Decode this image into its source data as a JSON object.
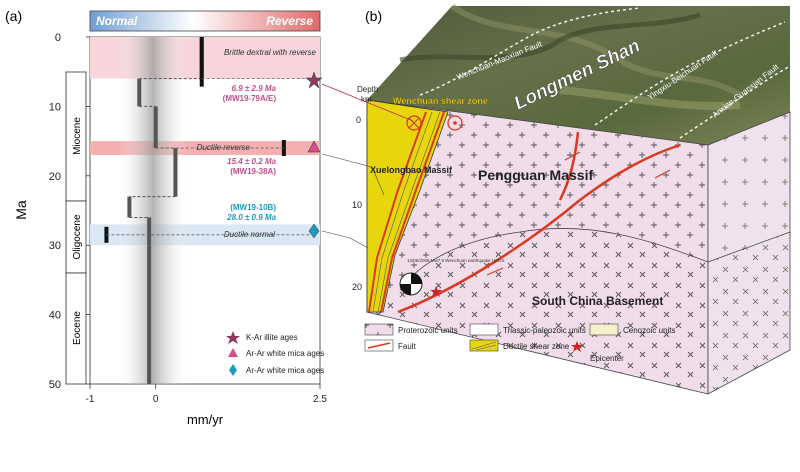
{
  "panel_a": {
    "label": "(a)",
    "header": {
      "left": "Normal",
      "right": "Reverse",
      "left_color": "#3a70b0",
      "right_color": "#c8303a"
    },
    "y_axis": {
      "label": "Ma",
      "ticks": [
        "0",
        "10",
        "20",
        "30",
        "40",
        "50"
      ],
      "range": [
        0,
        50
      ]
    },
    "x_axis": {
      "label": "mm/yr",
      "ticks": [
        "-1",
        "0",
        "2.5"
      ],
      "range": [
        -1,
        2.5
      ]
    },
    "epochs": [
      "Miocene",
      "Oligocene",
      "Eocene"
    ],
    "bands": [
      {
        "label": "Brittle dextral with reverse",
        "from_ma": 0,
        "to_ma": 6,
        "color": "#f6d6da"
      },
      {
        "label": "Ductile reverse",
        "from_ma": 15,
        "to_ma": 17,
        "color": "#f4b0b0"
      },
      {
        "label": "Ductile normal",
        "from_ma": 27,
        "to_ma": 30,
        "color": "#d9e8f4"
      }
    ],
    "ages": [
      {
        "value": "6.9 ± 2.9 Ma",
        "sample": "(MW19-79A/E)",
        "color": "#c0508a"
      },
      {
        "value": "15.4 ± 0.2 Ma",
        "sample": "(MW19-38A)",
        "color": "#c0508a"
      },
      {
        "sample": "(MW19-10B)",
        "value": "28.0 ± 0.9 Ma",
        "color": "#1f9ab8"
      }
    ],
    "legend": [
      {
        "label": "K-Ar illite ages",
        "icon": "star-icon",
        "color": "#8b3a62"
      },
      {
        "label": "Ar-Ar white mica ages",
        "icon": "triangle-icon",
        "color": "#d44f8a"
      },
      {
        "label": "Ar-Ar white mica ages",
        "icon": "diamond-icon",
        "color": "#1f9ab8"
      }
    ],
    "rate_history": [
      {
        "from_ma": 0,
        "to_ma": 6,
        "rate_mm_yr": 0.7
      },
      {
        "from_ma": 6,
        "to_ma": 10,
        "rate_mm_yr": -0.25
      },
      {
        "from_ma": 10,
        "to_ma": 16,
        "rate_mm_yr": 0.0
      },
      {
        "from_ma": 16,
        "to_ma": 23,
        "rate_mm_yr": 0.3
      },
      {
        "from_ma": 23,
        "to_ma": 26,
        "rate_mm_yr": -0.4
      },
      {
        "from_ma": 26,
        "to_ma": 30,
        "rate_mm_yr": -0.1
      },
      {
        "from_ma": 30,
        "to_ma": 50,
        "rate_mm_yr": -0.1
      }
    ]
  },
  "panel_b": {
    "label": "(b)",
    "title": "Longmen Shan",
    "faults": [
      "Wenchuan-Maoxian Fault",
      "Yingxiu-Beichuan Fault",
      "Anxian-Guanxian Fault"
    ],
    "shear_zone": "Wenchuan shear zone",
    "depth_label": "Depth",
    "depth_unit": "km",
    "depth_ticks": [
      "0",
      "10",
      "20"
    ],
    "units": {
      "xuelongbao": "Xuelongbao Massif",
      "pengguan": "Pengguan Massif",
      "basement": "South China Basement"
    },
    "quake_note": "12/05/2008 Mw7.9 Wenchuan earthquake USGS",
    "legend": [
      {
        "label": "Proterozoic units",
        "icon": "proterozoic-swatch"
      },
      {
        "label": "Triassic-paleozoic units",
        "icon": "triassic-swatch"
      },
      {
        "label": "Cenozoic units",
        "icon": "cenozoic-swatch"
      },
      {
        "label": "Fault",
        "icon": "fault-icon"
      },
      {
        "label": "Ductile shear zone",
        "icon": "shear-zone-swatch"
      },
      {
        "label": "Epicenter",
        "icon": "star-icon"
      }
    ],
    "colors": {
      "proterozoic": "#f1dcea",
      "fault": "#d83a22",
      "shear": "#e8d60c",
      "cenozoic": "#f6efcc"
    }
  }
}
